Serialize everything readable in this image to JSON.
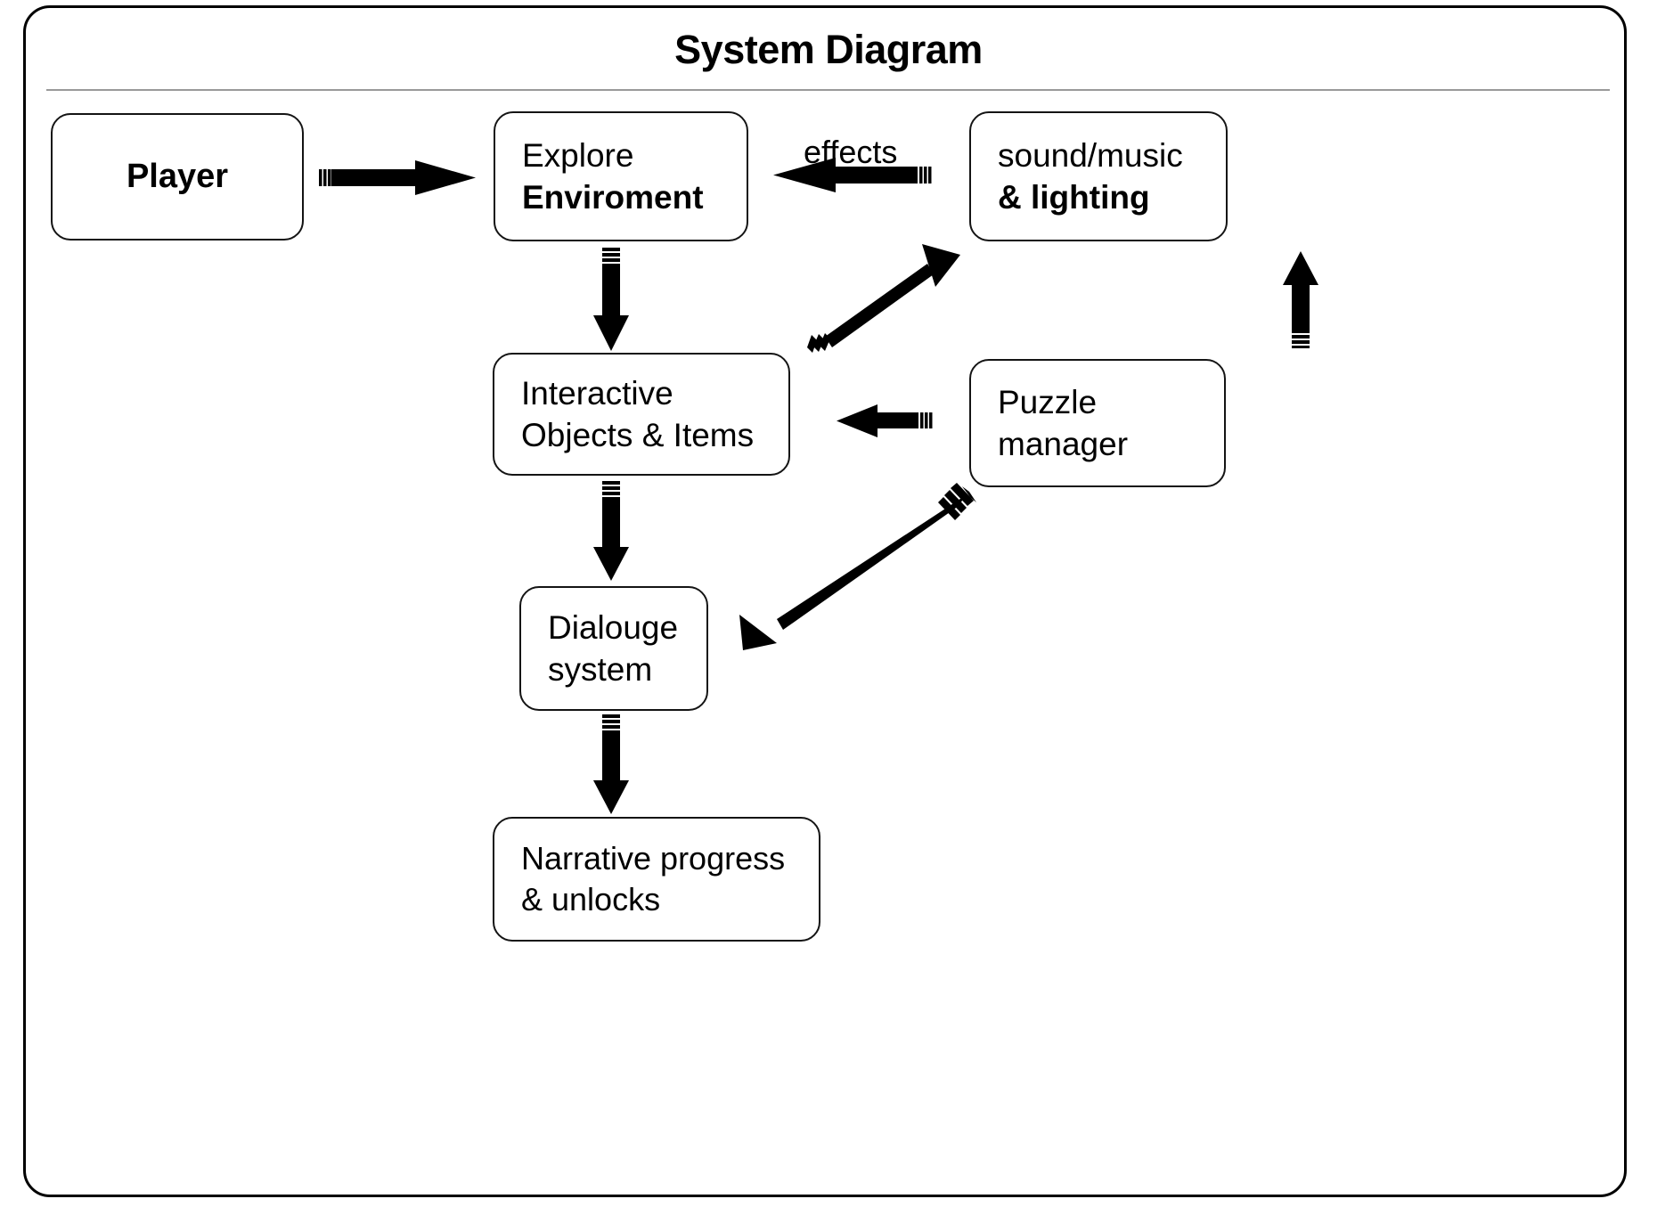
{
  "title": "System Diagram",
  "nodes": [
    {
      "id": "player",
      "lines": [
        {
          "text": "Player",
          "bold": true
        }
      ]
    },
    {
      "id": "explore",
      "lines": [
        {
          "text": "Explore",
          "bold": false
        },
        {
          "text": "Enviroment",
          "bold": true
        }
      ]
    },
    {
      "id": "sound",
      "lines": [
        {
          "text": "sound/music",
          "bold": false
        },
        {
          "text": "& lighting",
          "bold": true
        }
      ]
    },
    {
      "id": "interactive",
      "lines": [
        {
          "text": "Interactive",
          "bold": false
        },
        {
          "text": "Objects & Items",
          "bold": false
        }
      ]
    },
    {
      "id": "puzzle",
      "lines": [
        {
          "text": "Puzzle",
          "bold": false
        },
        {
          "text": "manager",
          "bold": false
        }
      ]
    },
    {
      "id": "dialogue",
      "lines": [
        {
          "text": "Dialouge",
          "bold": false
        },
        {
          "text": "system",
          "bold": false
        }
      ]
    },
    {
      "id": "narrative",
      "lines": [
        {
          "text": "Narrative progress",
          "bold": false
        },
        {
          "text": "& unlocks",
          "bold": false
        }
      ]
    }
  ],
  "node_text": {
    "player_1": "Player",
    "explore_1": "Explore",
    "explore_2": "Enviroment",
    "sound_1": "sound/music",
    "sound_2": "& lighting",
    "interactive_1": "Interactive",
    "interactive_2": "Objects & Items",
    "puzzle_1": "Puzzle",
    "puzzle_2": "manager",
    "dialogue_1": "Dialouge",
    "dialogue_2": "system",
    "narrative_1": "Narrative progress",
    "narrative_2": "& unlocks"
  },
  "edges": [
    {
      "id": "player-to-explore",
      "from": "Player",
      "to": "Explore Enviroment",
      "label": "",
      "direction": "right"
    },
    {
      "id": "sound-to-explore",
      "from": "sound/music & lighting",
      "to": "Explore Enviroment",
      "label": "effects",
      "direction": "left"
    },
    {
      "id": "explore-to-interactive",
      "from": "Explore Enviroment",
      "to": "Interactive Objects & Items",
      "label": "",
      "direction": "down"
    },
    {
      "id": "interactive-to-sound",
      "from": "Interactive Objects & Items",
      "to": "sound/music & lighting",
      "label": "",
      "direction": "up-right"
    },
    {
      "id": "puzzle-to-interactive",
      "from": "Puzzle manager",
      "to": "Interactive Objects & Items",
      "label": "",
      "direction": "left"
    },
    {
      "id": "puzzle-to-sound",
      "from": "Puzzle manager",
      "to": "sound/music & lighting",
      "label": "",
      "direction": "up"
    },
    {
      "id": "interactive-to-dialogue",
      "from": "Interactive Objects & Items",
      "to": "Dialouge system",
      "label": "",
      "direction": "down"
    },
    {
      "id": "puzzle-to-dialogue",
      "from": "Puzzle manager",
      "to": "Dialouge system",
      "label": "",
      "direction": "down-left"
    },
    {
      "id": "dialogue-to-narrative",
      "from": "Dialouge system",
      "to": "Narrative progress & unlocks",
      "label": "",
      "direction": "down"
    }
  ],
  "edge_labels": {
    "effects": "effects"
  },
  "colors": {
    "stroke": "#141414",
    "arrow": "#000000",
    "divider": "#9a9a9a",
    "background": "#ffffff"
  }
}
